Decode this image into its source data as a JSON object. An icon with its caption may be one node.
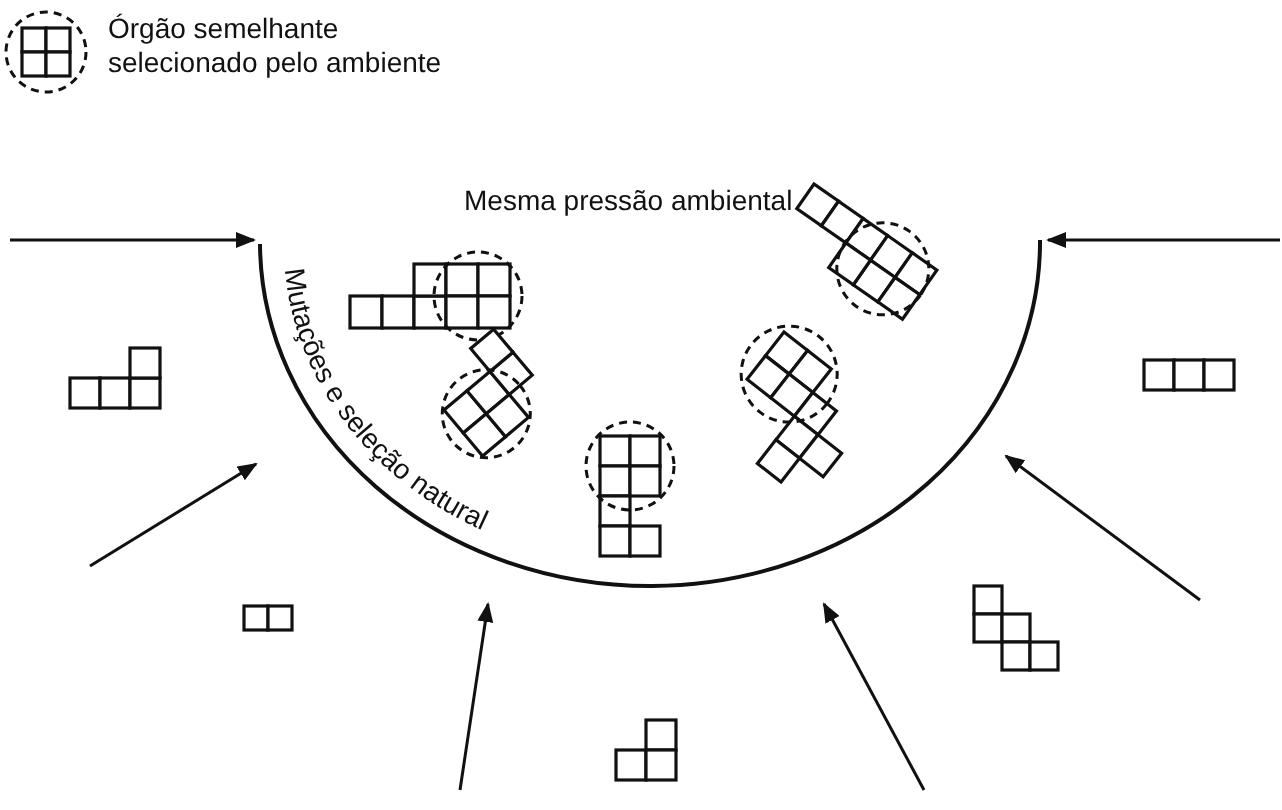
{
  "diagram": {
    "labels": [
      "Mesma pressão ambiental",
      "Mutações e seleção natural"
    ],
    "legend": [
      {
        "text": "Órgão semelhante selecionado pelo ambiente"
      }
    ]
  }
}
